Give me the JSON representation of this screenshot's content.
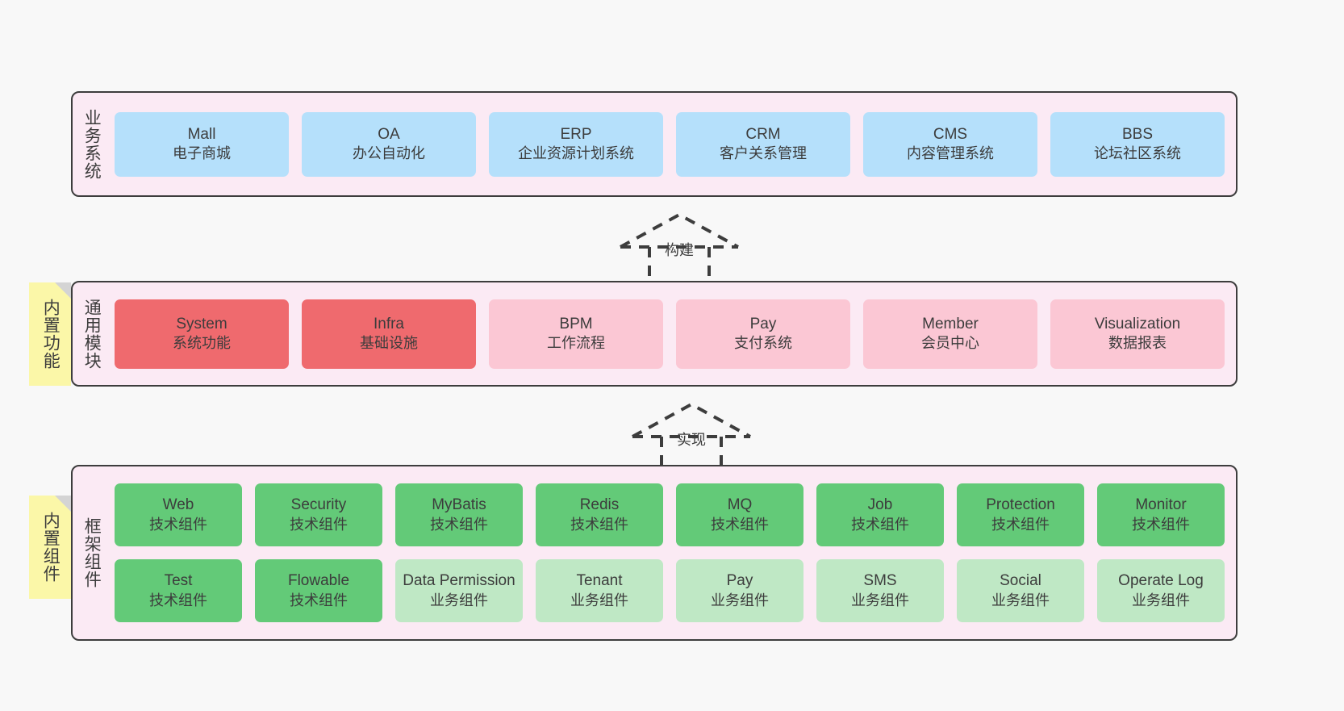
{
  "diagram": {
    "background": "#f8f8f8",
    "layer_fill": "#fbeaf4",
    "note_fill": "#fbf7a8",
    "colors": {
      "blue": "#b5e0fb",
      "red": "#ef6a6e",
      "pink": "#fbc7d4",
      "green": "#63ca78",
      "mint": "#bfe8c5"
    }
  },
  "layers": [
    {
      "title": "业务系统",
      "rows": [
        [
          {
            "name": "Mall",
            "desc": "电子商城",
            "color": "blue"
          },
          {
            "name": "OA",
            "desc": "办公自动化",
            "color": "blue"
          },
          {
            "name": "ERP",
            "desc": "企业资源计划系统",
            "color": "blue"
          },
          {
            "name": "CRM",
            "desc": "客户关系管理",
            "color": "blue"
          },
          {
            "name": "CMS",
            "desc": "内容管理系统",
            "color": "blue"
          },
          {
            "name": "BBS",
            "desc": "论坛社区系统",
            "color": "blue"
          }
        ]
      ]
    },
    {
      "title": "通用模块",
      "note": "内置功能",
      "rows": [
        [
          {
            "name": "System",
            "desc": "系统功能",
            "color": "red"
          },
          {
            "name": "Infra",
            "desc": "基础设施",
            "color": "red"
          },
          {
            "name": "BPM",
            "desc": "工作流程",
            "color": "pink"
          },
          {
            "name": "Pay",
            "desc": "支付系统",
            "color": "pink"
          },
          {
            "name": "Member",
            "desc": "会员中心",
            "color": "pink"
          },
          {
            "name": "Visualization",
            "desc": "数据报表",
            "color": "pink"
          }
        ]
      ]
    },
    {
      "title": "框架组件",
      "note": "内置组件",
      "rows": [
        [
          {
            "name": "Web",
            "desc": "技术组件",
            "color": "green"
          },
          {
            "name": "Security",
            "desc": "技术组件",
            "color": "green"
          },
          {
            "name": "MyBatis",
            "desc": "技术组件",
            "color": "green"
          },
          {
            "name": "Redis",
            "desc": "技术组件",
            "color": "green"
          },
          {
            "name": "MQ",
            "desc": "技术组件",
            "color": "green"
          },
          {
            "name": "Job",
            "desc": "技术组件",
            "color": "green"
          },
          {
            "name": "Protection",
            "desc": "技术组件",
            "color": "green"
          },
          {
            "name": "Monitor",
            "desc": "技术组件",
            "color": "green"
          }
        ],
        [
          {
            "name": "Test",
            "desc": "技术组件",
            "color": "green"
          },
          {
            "name": "Flowable",
            "desc": "技术组件",
            "color": "green"
          },
          {
            "name": "Data Permission",
            "desc": "业务组件",
            "color": "mint"
          },
          {
            "name": "Tenant",
            "desc": "业务组件",
            "color": "mint"
          },
          {
            "name": "Pay",
            "desc": "业务组件",
            "color": "mint"
          },
          {
            "name": "SMS",
            "desc": "业务组件",
            "color": "mint"
          },
          {
            "name": "Social",
            "desc": "业务组件",
            "color": "mint"
          },
          {
            "name": "Operate Log",
            "desc": "业务组件",
            "color": "mint"
          }
        ]
      ]
    }
  ],
  "connectors": [
    {
      "label": "构建"
    },
    {
      "label": "实现"
    }
  ]
}
